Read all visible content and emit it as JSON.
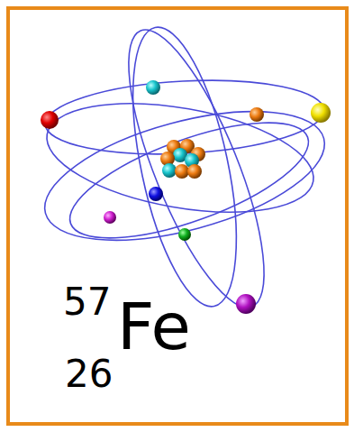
{
  "diagram": {
    "labels": [
      "57",
      "Fe",
      "26"
    ]
  }
}
